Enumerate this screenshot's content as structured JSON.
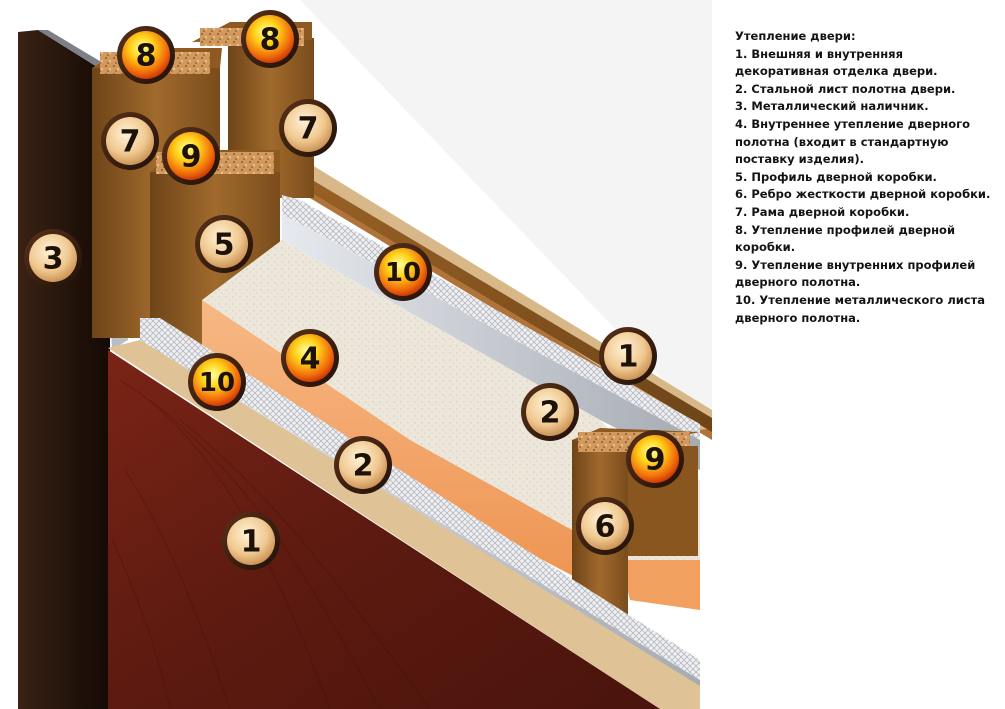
{
  "legend": {
    "title": "Утепление двери:",
    "items": [
      "1. Внешняя и внутренняя декоративная отделка двери.",
      "2. Стальной лист полотна двери.",
      "3. Металлический наличник.",
      "4. Внутреннее утепление дверного полотна (входит в стандартную поставку изделия).",
      "5. Профиль дверной коробки.",
      "6. Ребро жесткости дверной коробки.",
      "7. Рама дверной коробки.",
      "8. Утепление профилей дверной коробки.",
      "9. Утепление внутренних профилей дверного полотна.",
      "10. Утепление металлического листа дверного полотна."
    ]
  },
  "callouts": [
    {
      "id": "c1a",
      "label": "1",
      "style": "plain"
    },
    {
      "id": "c1b",
      "label": "1",
      "style": "plain"
    },
    {
      "id": "c2a",
      "label": "2",
      "style": "plain"
    },
    {
      "id": "c2b",
      "label": "2",
      "style": "plain"
    },
    {
      "id": "c3",
      "label": "3",
      "style": "plain"
    },
    {
      "id": "c4",
      "label": "4",
      "style": "hot"
    },
    {
      "id": "c5",
      "label": "5",
      "style": "plain"
    },
    {
      "id": "c6",
      "label": "6",
      "style": "plain"
    },
    {
      "id": "c7a",
      "label": "7",
      "style": "plain"
    },
    {
      "id": "c7b",
      "label": "7",
      "style": "plain"
    },
    {
      "id": "c8a",
      "label": "8",
      "style": "hot"
    },
    {
      "id": "c8b",
      "label": "8",
      "style": "hot"
    },
    {
      "id": "c9a",
      "label": "9",
      "style": "hot"
    },
    {
      "id": "c9b",
      "label": "9",
      "style": "hot"
    },
    {
      "id": "c10a",
      "label": "10",
      "style": "hot"
    },
    {
      "id": "c10b",
      "label": "10",
      "style": "hot"
    }
  ],
  "colors": {
    "veneer": "#6b1f14",
    "insulation_orange": "#f2a56a",
    "foam_board": "#e9e4d6",
    "wood_frame": "#8a5a24",
    "steel": "#c8ccd2",
    "trim_dark": "#2e1a10",
    "cork": "#c98e52"
  }
}
